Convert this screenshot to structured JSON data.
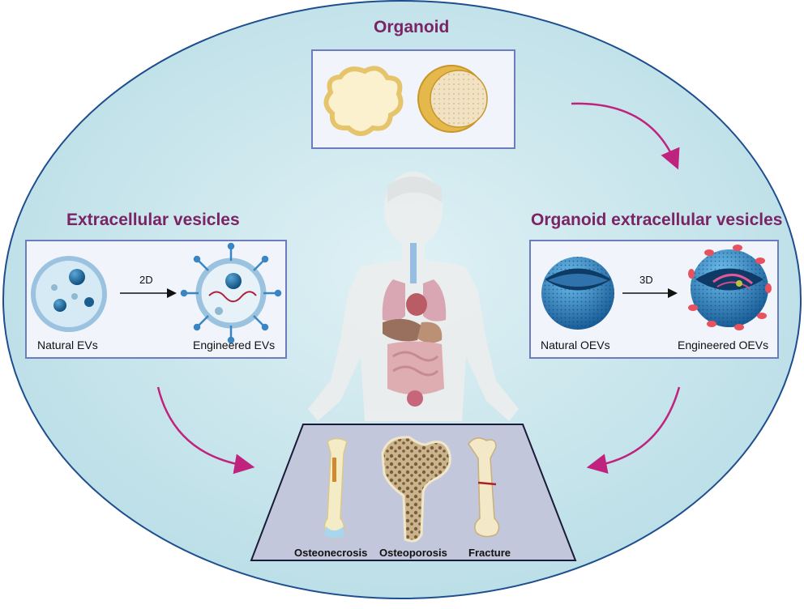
{
  "colors": {
    "ellipse_fill": "#c9e7ee",
    "ellipse_stroke": "#1d4f8f",
    "panel_fill": "#f1f4fa",
    "panel_stroke": "#6c7cbf",
    "title_color": "#7a2466",
    "arrow_color": "#c0237e",
    "bone_panel_fill": "#c3c7dc",
    "bone_panel_stroke": "#1a1a3a"
  },
  "organoid": {
    "title": "Organoid"
  },
  "ev": {
    "title": "Extracellular vesicles",
    "arrow_label": "2D",
    "natural_label": "Natural EVs",
    "engineered_label": "Engineered EVs"
  },
  "oev": {
    "title": "Organoid extracellular vesicles",
    "arrow_label": "3D",
    "natural_label": "Natural OEVs",
    "engineered_label": "Engineered OEVs"
  },
  "diseases": {
    "items": [
      "Osteonecrosis",
      "Osteoporosis",
      "Fracture"
    ]
  },
  "icons": [
    "organoid-cluster-icon",
    "organoid-cross-section-icon",
    "natural-ev-icon",
    "engineered-ev-icon",
    "natural-oev-icon",
    "engineered-oev-icon",
    "human-body-icon",
    "femur-osteonecrosis-icon",
    "femur-osteoporosis-icon",
    "bone-fracture-icon"
  ]
}
